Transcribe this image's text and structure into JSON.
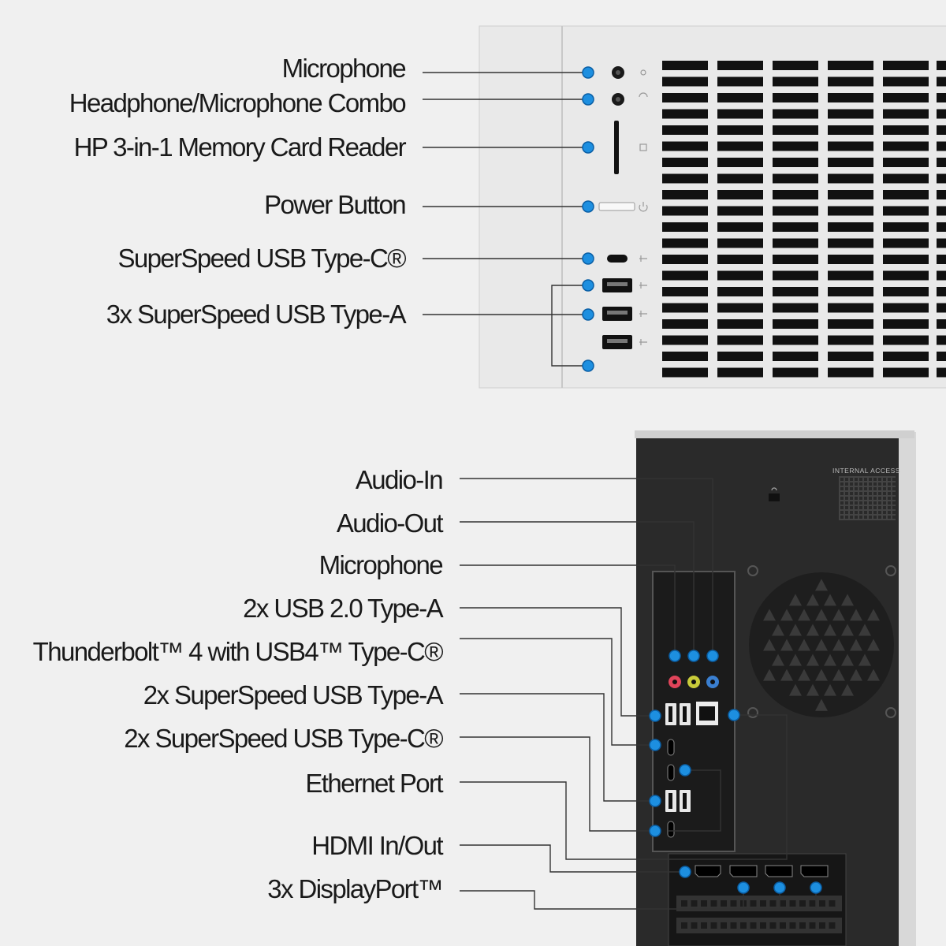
{
  "front_panel": {
    "labels": [
      "Microphone",
      "Headphone/Microphone Combo",
      "HP 3-in-1 Memory Card Reader",
      "Power Button",
      "SuperSpeed USB Type-C®",
      "3x SuperSpeed USB Type-A"
    ]
  },
  "rear_panel": {
    "internal_access_label": "INTERNAL ACCESS",
    "labels": [
      "Audio-In",
      "Audio-Out",
      "Microphone",
      "2x USB 2.0 Type-A",
      "Thunderbolt™ 4 with USB4™ Type-C®",
      "2x SuperSpeed USB Type-A",
      "2x SuperSpeed USB Type-C®",
      "Ethernet Port",
      "HDMI In/Out",
      "3x DisplayPort™"
    ]
  },
  "colors": {
    "background": "#f0f0f0",
    "marker": "#1d8fe0",
    "leader_line": "#333333",
    "chassis_front": "#e9e9e9",
    "chassis_rear": "#2a2a2a",
    "vent": "#111111",
    "audio_mic_jack": "#e0445a",
    "audio_out_jack": "#c9cc3a",
    "audio_in_jack": "#3a7fd0"
  }
}
